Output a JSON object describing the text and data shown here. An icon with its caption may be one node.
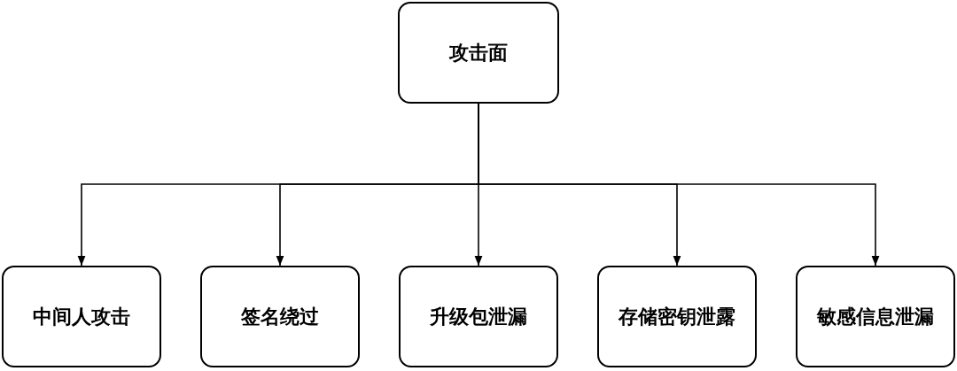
{
  "diagram": {
    "nodes": [
      {
        "text": [
          "攻击面"
        ]
      },
      {
        "text": [
          "中间人攻击"
        ]
      },
      {
        "text": [
          "签名绕过"
        ]
      },
      {
        "text": [
          "升级包泄漏"
        ]
      },
      {
        "text": [
          "存储密钥泄露"
        ]
      },
      {
        "text": [
          "敏感信息泄漏"
        ]
      }
    ],
    "edges": [
      {
        "from": 0,
        "to": 1,
        "arrow": "to"
      },
      {
        "from": 0,
        "to": 2,
        "arrow": "to"
      },
      {
        "from": 0,
        "to": 3,
        "arrow": "to"
      },
      {
        "from": 0,
        "to": 4,
        "arrow": "to"
      },
      {
        "from": 0,
        "to": 5,
        "arrow": "to"
      }
    ]
  }
}
